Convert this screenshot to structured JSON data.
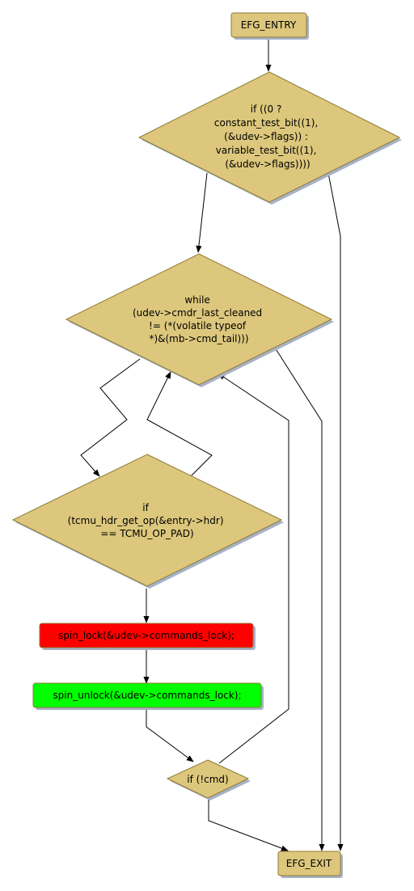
{
  "colors": {
    "node_fill": "#dcc77c",
    "node_stroke": "#8f7a36",
    "shadow": "#a7b2c8",
    "lock_fill": "#ff0000",
    "unlock_fill": "#00ff00",
    "edge": "#000000",
    "text": "#000000"
  },
  "nodes": {
    "entry": {
      "lines": [
        "EFG_ENTRY"
      ]
    },
    "cond1": {
      "lines": [
        "if ((0 ?",
        "constant_test_bit((1),",
        "(&udev->flags)) :",
        "variable_test_bit((1),",
        "(&udev->flags))))"
      ]
    },
    "while1": {
      "lines": [
        "while",
        "(udev->cmdr_last_cleaned",
        "!= (*(volatile typeof",
        "*)&(mb->cmd_tail)))"
      ]
    },
    "if_pad": {
      "lines": [
        "if",
        "(tcmu_hdr_get_op(&entry->hdr)",
        "== TCMU_OP_PAD)"
      ]
    },
    "lock": {
      "lines": [
        "spin_lock(&udev->commands_lock);"
      ]
    },
    "unlock": {
      "lines": [
        "spin_unlock(&udev->commands_lock);"
      ]
    },
    "if_cmd": {
      "lines": [
        "if (!cmd)"
      ]
    },
    "exit": {
      "lines": [
        "EFG_EXIT"
      ]
    }
  }
}
